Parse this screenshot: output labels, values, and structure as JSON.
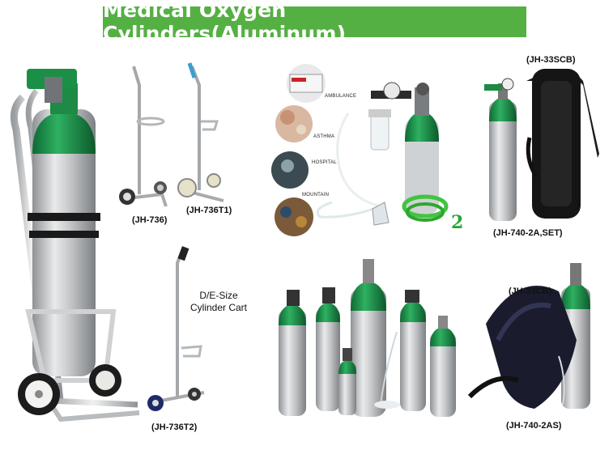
{
  "banner": {
    "title": "Medical Oxygen Cylinders(Aluminum)"
  },
  "labels": {
    "jh736": "(JH-736)",
    "jh736t1": "(JH-736T1)",
    "de_size_line1": "D/E-Size",
    "de_size_line2": "Cylinder Cart",
    "jh736t2": "(JH-736T2)",
    "jh33scb": "(JH-33SCB)",
    "jh740_2a_set": "(JH-740-2A,SET)",
    "jh33cb": "(JH-33CB)",
    "jh740_2as": "(JH-740-2AS)"
  },
  "usage": {
    "ambulance": "AMBULANCE",
    "asthma": "ASTHMA",
    "hospital": "HOSPITAL",
    "mountain": "MOUNTAIN",
    "badge": "2"
  },
  "colors": {
    "banner": "#55b043",
    "cylinder_neck": "#1f8a44",
    "aluminum": "#c9cbcd"
  }
}
